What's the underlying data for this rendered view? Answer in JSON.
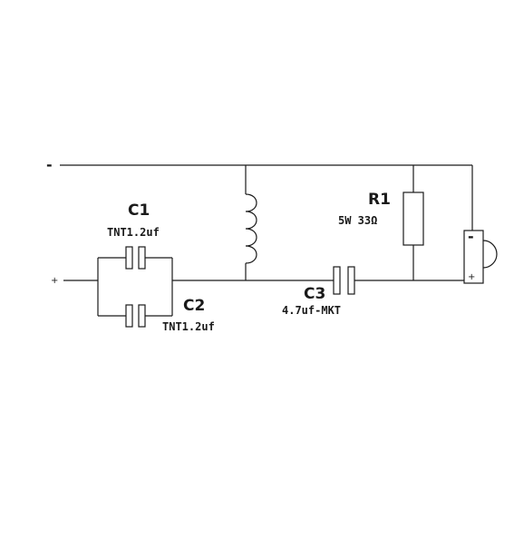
{
  "terminals": {
    "negative": "-",
    "positive": "+"
  },
  "c1": {
    "name": "C1",
    "value": "TNT1.2uf"
  },
  "c2": {
    "name": "C2",
    "value": "TNT1.2uf"
  },
  "c3": {
    "name": "C3",
    "value": "4.7uf-MKT"
  },
  "r1": {
    "name": "R1",
    "value": "5W 33Ω"
  },
  "speaker": {
    "minus": "-",
    "plus": "+"
  }
}
